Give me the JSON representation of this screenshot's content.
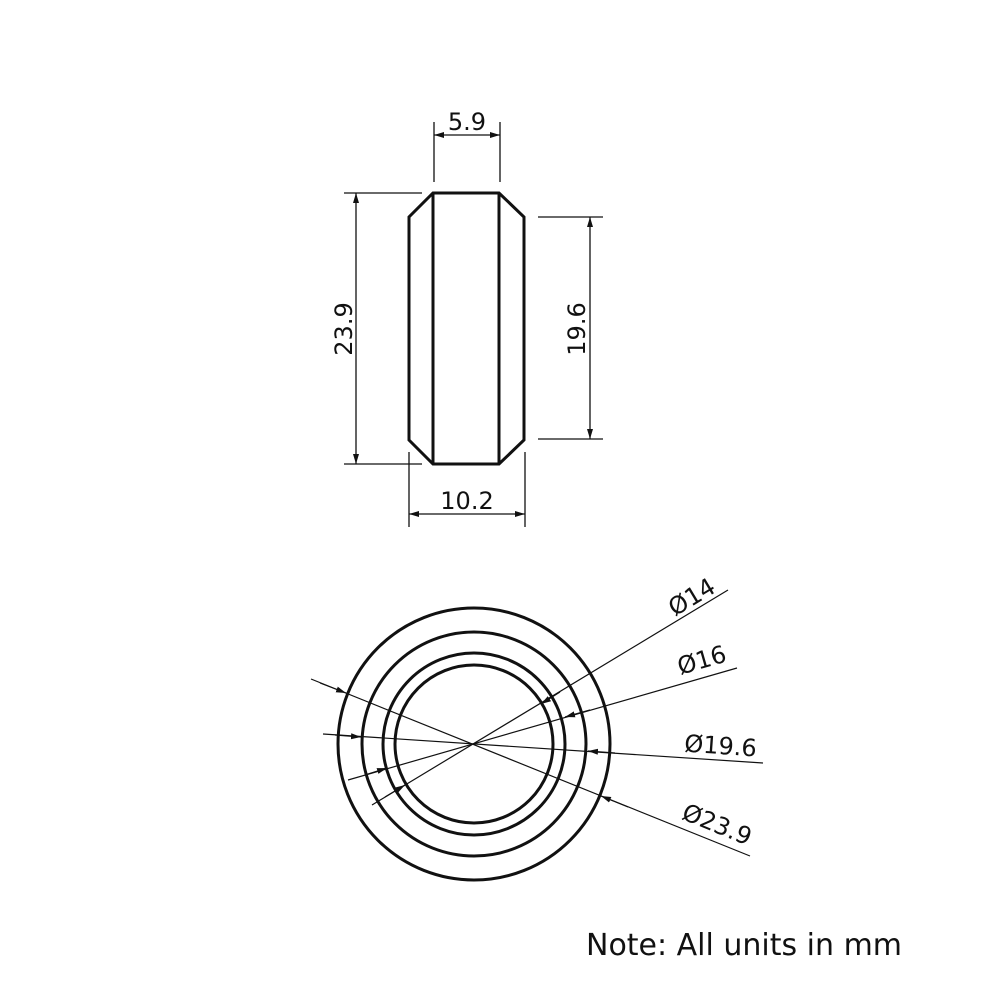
{
  "side_view": {
    "dimensions": {
      "top_width": "5.9",
      "overall_height": "23.9",
      "chamfer_height": "19.6",
      "overall_width": "10.2"
    }
  },
  "top_view": {
    "dimensions": {
      "d1": "Ø14",
      "d2": "Ø16",
      "d3": "Ø19.6",
      "d4": "Ø23.9"
    }
  },
  "note": "Note: All units in mm",
  "colors": {
    "line": "#111111",
    "background": "#ffffff"
  }
}
